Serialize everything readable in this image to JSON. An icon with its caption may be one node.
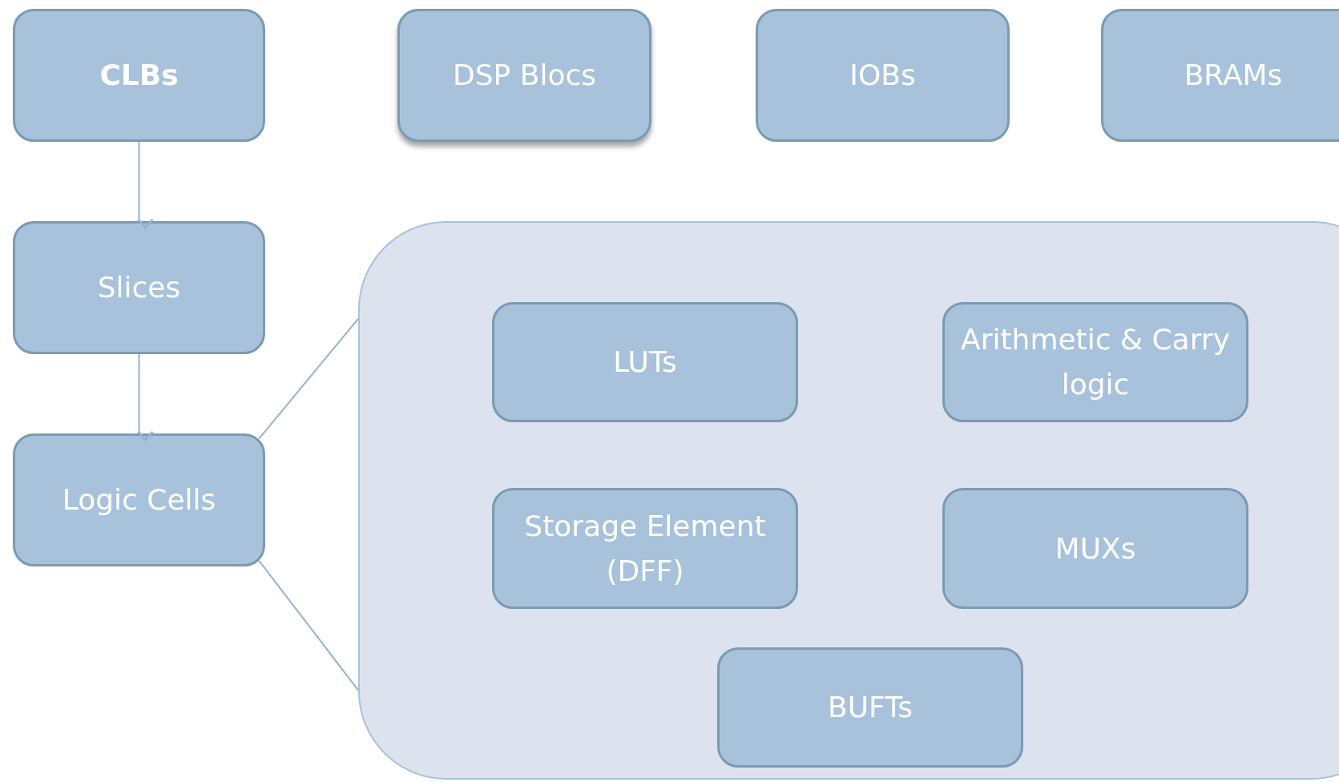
{
  "diagram": {
    "nodes": [
      {
        "text": [
          "CLBs"
        ]
      },
      {
        "text": [
          "DSP Blocs"
        ]
      },
      {
        "text": [
          "IOBs"
        ]
      },
      {
        "text": [
          "BRAMs"
        ]
      },
      {
        "text": [
          "Slices"
        ]
      },
      {
        "text": [
          "Logic Cells"
        ]
      },
      {
        "text": [],
        "shape": "box"
      },
      {
        "text": [
          "LUTs"
        ],
        "in": 6
      },
      {
        "text": [
          "Arithmetic & Carry logic"
        ],
        "in": 6
      },
      {
        "text": [
          "Storage Element (DFF)"
        ],
        "in": 6
      },
      {
        "text": [
          "MUXs"
        ],
        "in": 6
      },
      {
        "text": [
          "BUFTs"
        ],
        "in": 6
      }
    ],
    "edges": [
      {
        "from": 0,
        "to": 4,
        "arrow": "to"
      },
      {
        "from": 4,
        "to": 5,
        "arrow": "to"
      },
      {
        "from": 5,
        "to": 6,
        "arrow": "none"
      },
      {
        "from": 5,
        "to": 6,
        "arrow": "none"
      }
    ]
  }
}
